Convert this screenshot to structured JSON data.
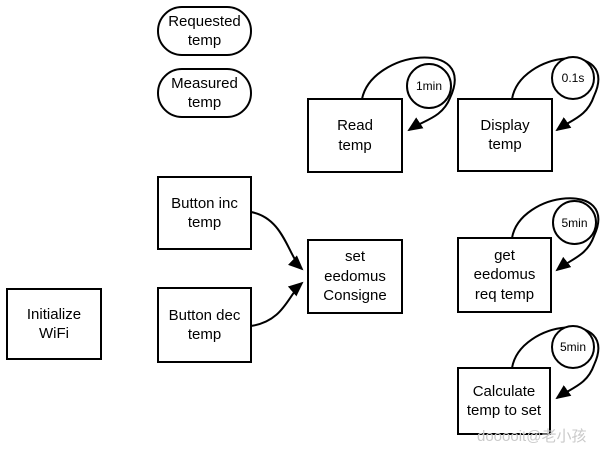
{
  "diagram": {
    "terminals": [
      {
        "id": "requested-temp",
        "label": "Requested\ntemp"
      },
      {
        "id": "measured-temp",
        "label": "Measured\ntemp"
      }
    ],
    "processes": [
      {
        "id": "read-temp",
        "label": "Read\ntemp",
        "timer": "1min"
      },
      {
        "id": "display-temp",
        "label": "Display\ntemp",
        "timer": "0.1s"
      },
      {
        "id": "button-inc-temp",
        "label": "Button inc\ntemp"
      },
      {
        "id": "set-eedomus-consigne",
        "label": "set\needomus\nConsigne"
      },
      {
        "id": "get-eedomus-req-temp",
        "label": "get\needomus\nreq temp",
        "timer": "5min"
      },
      {
        "id": "button-dec-temp",
        "label": "Button dec\ntemp"
      },
      {
        "id": "initialize-wifi",
        "label": "Initialize\nWiFi"
      },
      {
        "id": "calculate-temp-to-set",
        "label": "Calculate\ntemp to set",
        "timer": "5min"
      }
    ],
    "edges": [
      {
        "from": "button-inc-temp",
        "to": "set-eedomus-consigne"
      },
      {
        "from": "button-dec-temp",
        "to": "set-eedomus-consigne"
      },
      {
        "from": "read-temp",
        "to": "read-temp",
        "label": "1min"
      },
      {
        "from": "display-temp",
        "to": "display-temp",
        "label": "0.1s"
      },
      {
        "from": "get-eedomus-req-temp",
        "to": "get-eedomus-req-temp",
        "label": "5min"
      },
      {
        "from": "calculate-temp-to-set",
        "to": "calculate-temp-to-set",
        "label": "5min"
      }
    ]
  },
  "watermark": "dooooit@老小孩",
  "colors": {
    "stroke": "#000000",
    "node_fill": "#ffffff",
    "watermark": "#c9c9c9"
  }
}
